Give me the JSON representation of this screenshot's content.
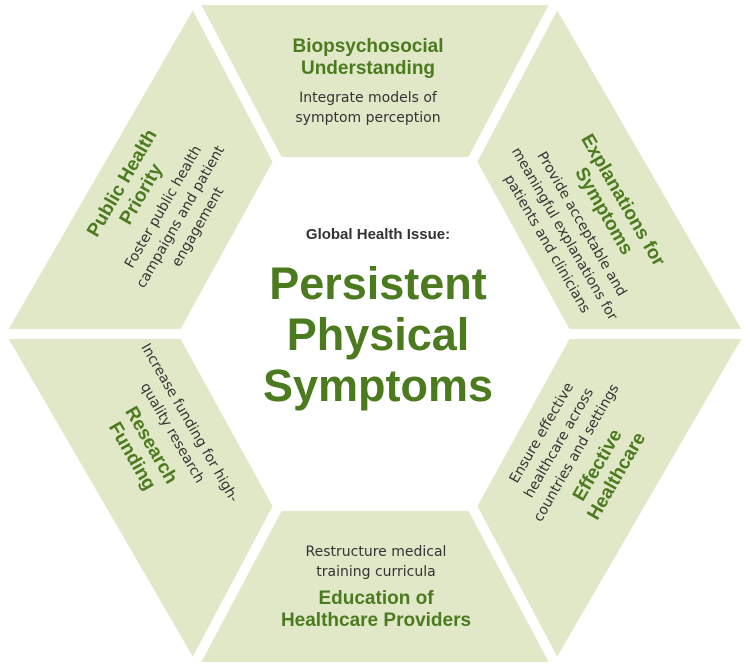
{
  "center": {
    "kicker": "Global Health Issue:",
    "title_lines": [
      "Persistent",
      "Physical",
      "Symptoms"
    ]
  },
  "segments": [
    {
      "id": "biopsychosocial",
      "title_lines": [
        "Biopsychosocial",
        "Understanding"
      ],
      "desc_lines": [
        "Integrate models of",
        "symptom perception"
      ]
    },
    {
      "id": "explanations",
      "title_lines": [
        "Explanations for",
        "Symptoms"
      ],
      "desc_lines": [
        "Provide acceptable and",
        "meaningful explanations for",
        "patients and clinicians"
      ]
    },
    {
      "id": "effective-healthcare",
      "title_lines": [
        "Effective",
        "Healthcare"
      ],
      "desc_lines": [
        "Ensure effective",
        "healthcare across",
        "countries and settings"
      ]
    },
    {
      "id": "education",
      "title_lines": [
        "Education of",
        "Healthcare Providers"
      ],
      "desc_lines": [
        "Restructure medical",
        "training curricula"
      ]
    },
    {
      "id": "research-funding",
      "title_lines": [
        "Research",
        "Funding"
      ],
      "desc_lines": [
        "Increase funding for high-",
        "quality research"
      ]
    },
    {
      "id": "public-health",
      "title_lines": [
        "Public Health",
        "Priority"
      ],
      "desc_lines": [
        "Foster public health",
        "campaigns and patient",
        "engagement"
      ]
    }
  ],
  "colors": {
    "segment_fill": "#e1e8c8",
    "title_green": "#4c7a1e",
    "text_dark": "#333333"
  }
}
